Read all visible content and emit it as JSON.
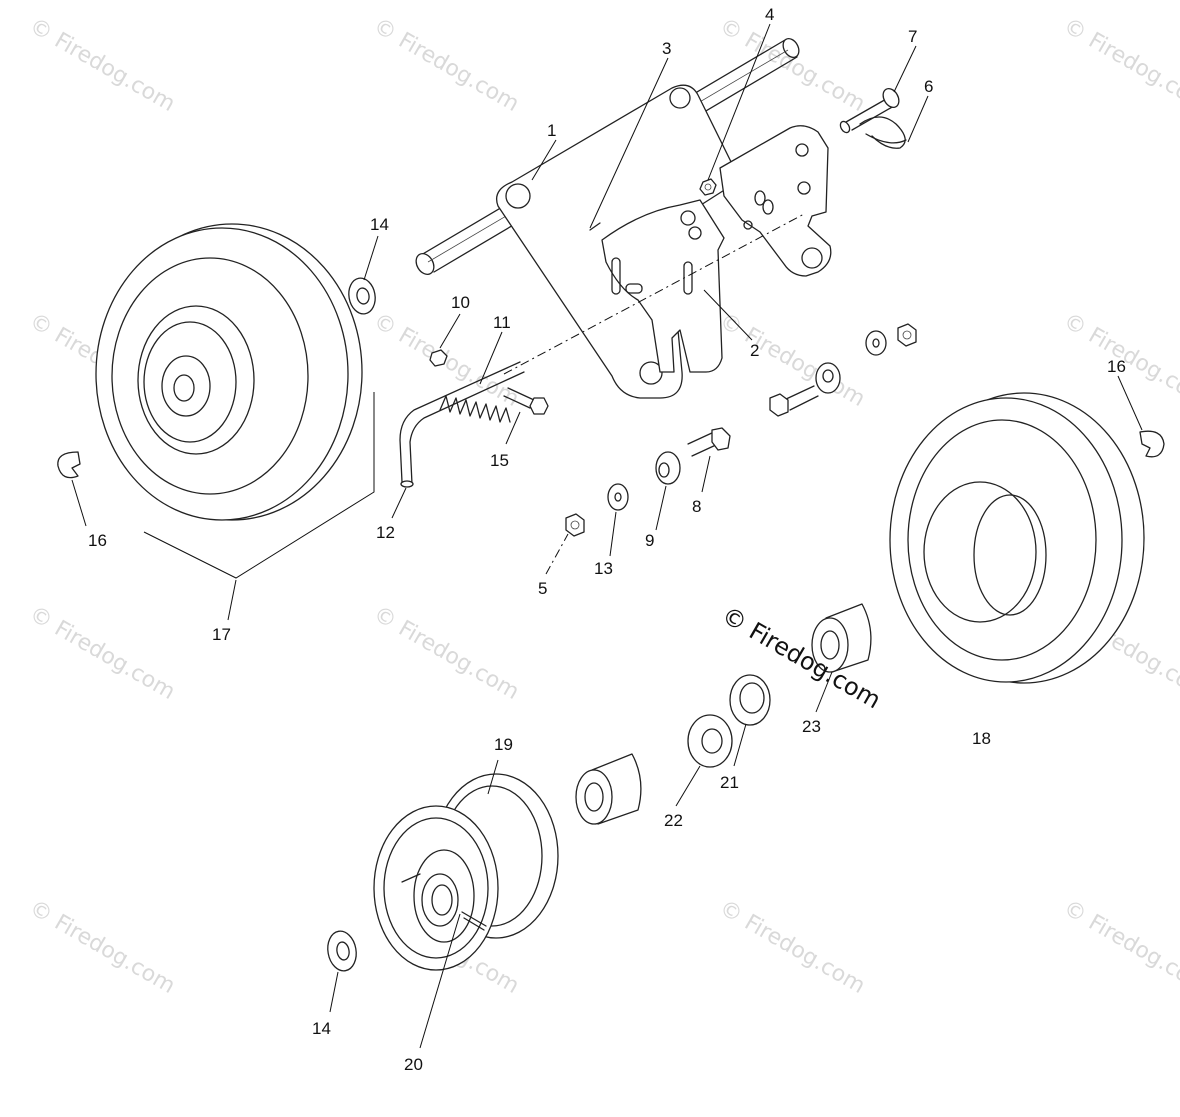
{
  "watermark": "© Firedog.com",
  "callouts": [
    {
      "id": "1",
      "label": "1"
    },
    {
      "id": "2",
      "label": "2"
    },
    {
      "id": "3",
      "label": "3"
    },
    {
      "id": "4",
      "label": "4"
    },
    {
      "id": "5",
      "label": "5"
    },
    {
      "id": "6",
      "label": "6"
    },
    {
      "id": "7",
      "label": "7"
    },
    {
      "id": "8",
      "label": "8"
    },
    {
      "id": "9",
      "label": "9"
    },
    {
      "id": "10",
      "label": "10"
    },
    {
      "id": "11",
      "label": "11"
    },
    {
      "id": "12",
      "label": "12"
    },
    {
      "id": "13",
      "label": "13"
    },
    {
      "id": "14a",
      "label": "14"
    },
    {
      "id": "14b",
      "label": "14"
    },
    {
      "id": "15",
      "label": "15"
    },
    {
      "id": "16a",
      "label": "16"
    },
    {
      "id": "16b",
      "label": "16"
    },
    {
      "id": "17",
      "label": "17"
    },
    {
      "id": "18",
      "label": "18"
    },
    {
      "id": "19",
      "label": "19"
    },
    {
      "id": "20",
      "label": "20"
    },
    {
      "id": "21",
      "label": "21"
    },
    {
      "id": "22",
      "label": "22"
    },
    {
      "id": "23",
      "label": "23"
    }
  ]
}
